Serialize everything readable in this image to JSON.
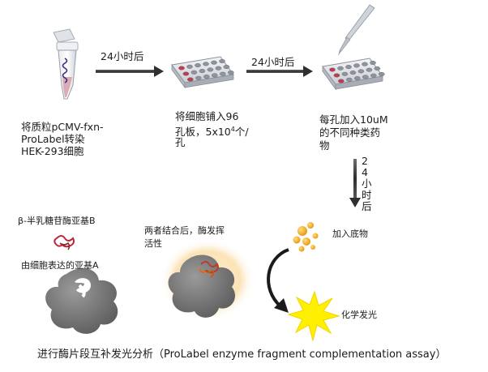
{
  "steps": {
    "step1_lines": [
      "将质粒pCMV-fxn-",
      "ProLabel转染",
      "HEK-293细胞"
    ],
    "step2_line1": "将细胞铺入96",
    "step2_line2_a": "孔板，5x10",
    "step2_sup": "4",
    "step2_line2_b": "个/",
    "step2_line3": "孔",
    "step3_lines": [
      "每孔加入10uM",
      "的不同种类药",
      "物"
    ]
  },
  "arrows": {
    "arrow1_label": "24小时后",
    "arrow2_label": "24小时后",
    "arrow3_label_chars": [
      "2",
      "4",
      "小",
      "时",
      "后"
    ]
  },
  "assay": {
    "subunit_b_label": "β-半乳糖苷酶亚基B",
    "subunit_a_label": "由细胞表达的亚基A",
    "combine_lines": [
      "两者结合后，酶发挥",
      "活性"
    ],
    "substrate_label": "加入底物",
    "luminescence_label": "化学发光"
  },
  "caption": "进行酶片段互补发光分析（ProLabel enzyme fragment complementation assay）"
}
